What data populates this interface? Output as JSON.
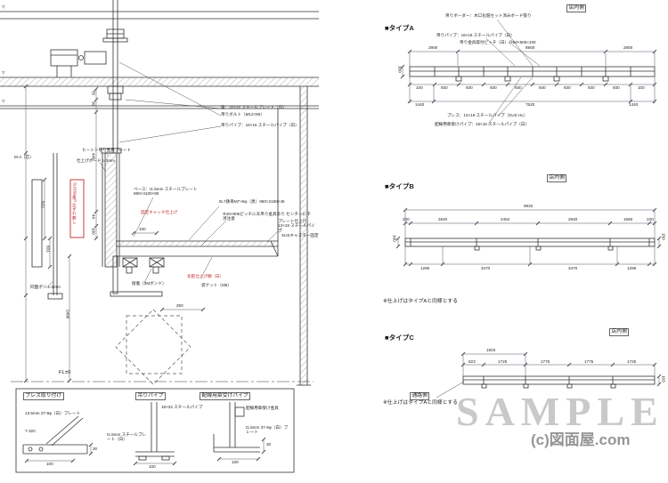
{
  "watermark": {
    "sample": "SAMPLE",
    "credit": "(c)図面屋.com"
  },
  "levels": {
    "mark": "▽"
  },
  "section": {
    "labels": {
      "washer": "座：32×32 スチールプレート（白）",
      "bolt": "吊りボルト（M12×95）",
      "pipe": "吊りパイプ：16×16 スチールパイプ（白）",
      "heaton": "ヒートン吊り金具プレート",
      "board": "仕上げボード t=3mm",
      "sus_red": "SUS50角P 芯ずれ無し",
      "base": "ベース：t1.5mm スチールプレート 890×4100×90",
      "catch_red": "固定キャッチ仕上げ",
      "frame": "t5.7鉄骨M7×9φ（黒）950×2180×45",
      "caution": "※40×905ピッチに天吊り金具あり センターに干渉注意",
      "plate": "プレート仕上げ：13×19 スチールパイプ",
      "caster": "SUSキャスター固定",
      "shelf_red": "化粧仕上げ棚（白）",
      "bond": "接着（3Mボンド）",
      "nut": "袋ナット（M6）",
      "poly": "同面ポリ t=1mm",
      "m4": "M-4（芯）",
      "fl": "FL±0"
    },
    "dims": {
      "d55": "55",
      "d30": "30",
      "d448": "448",
      "d44": "44",
      "d100": "100",
      "d2400": "2400",
      "d522": "522",
      "d831": "831",
      "d250": "250",
      "d100b": "100"
    }
  },
  "detail_box": {
    "a": {
      "title": "ブレス取り付け",
      "l1": "13.5mm 37-9φ（白）プレート",
      "l2": "7-32C",
      "d1": "100",
      "d2": "30"
    },
    "b": {
      "title": "吊りパイプ",
      "l1": "16×32 スチールパイプ",
      "l2": "t1.5mm スチールプレート（白）",
      "d1": "100"
    },
    "c": {
      "title": "配線用章受けパイプ",
      "l1": "配線用章受け金具",
      "l2": "t1.5mm 37-9φ（白）プレート",
      "d1": "100",
      "d2": "30"
    }
  },
  "typeA": {
    "label": "■タイプA",
    "corner": "店内側",
    "note1": "吊りボーダー：木口化粧セット済みボード張り",
    "note2": "吊りパイプ：16×16 スチールパイプ（白）",
    "note3": "吊り金具取付ピッチ（白）@50×505×100",
    "note4": "ブレス：13×19 スチールパイプ（SUS HL）",
    "note5": "配線用章受けパイプ：16×16 スチールパイプ（白）",
    "top_dims": [
      "2900",
      "8900",
      "2900"
    ],
    "seg": "930",
    "end": "100",
    "bottom_dims": [
      "1440",
      "7520",
      "1440"
    ],
    "side": "100"
  },
  "typeB": {
    "label": "■タイプB",
    "corner": "店内側",
    "total": "9932",
    "row": [
      "220",
      "2640",
      "2452",
      "2840",
      "1560",
      "220"
    ],
    "bottom": [
      "1296",
      "3470",
      "3470",
      "1296"
    ],
    "side_l": "100",
    "side_r": "150",
    "note": "※仕上げはタイプAと同様とする"
  },
  "typeC": {
    "label": "■タイプC",
    "corner": "店内側",
    "corner2": "通路側",
    "total": "1503",
    "row": [
      "823",
      "1725",
      "1775",
      "1775",
      "1725"
    ],
    "side_r": "103",
    "note": "※仕上げはタイプAと同様とする"
  }
}
